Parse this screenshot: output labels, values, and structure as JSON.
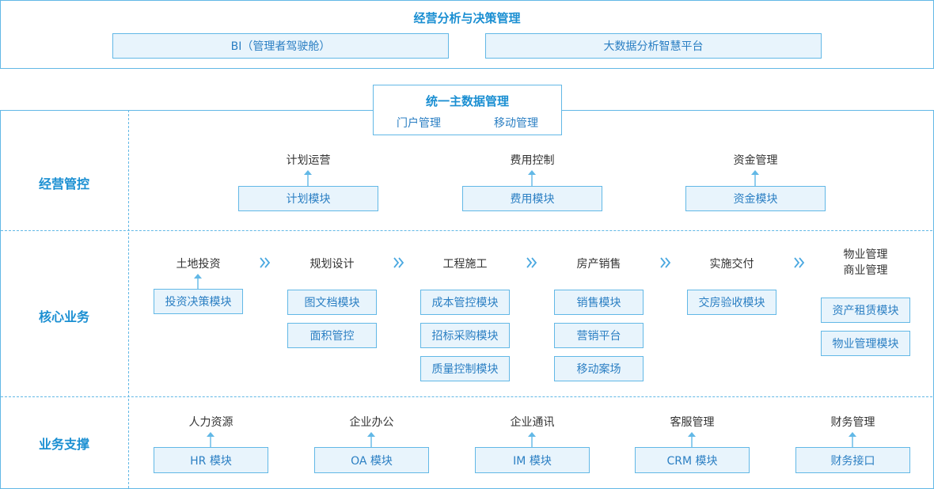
{
  "top": {
    "title": "经营分析与决策管理",
    "boxes": [
      "BI（管理者驾驶舱）",
      "大数据分析智慧平台"
    ]
  },
  "mdm": {
    "title": "统一主数据管理",
    "items": [
      "门户管理",
      "移动管理"
    ]
  },
  "sections": [
    "经营管控",
    "核心业务",
    "业务支撑"
  ],
  "jygk": {
    "labels": [
      "计划运营",
      "费用控制",
      "资金管理"
    ],
    "modules": [
      "计划模块",
      "费用模块",
      "资金模块"
    ]
  },
  "hxyw": {
    "stages": [
      "土地投资",
      "规划设计",
      "工程施工",
      "房产销售",
      "实施交付",
      "物业管理",
      "商业管理"
    ],
    "col1": [
      "投资决策模块"
    ],
    "col2": [
      "图文档模块",
      "面积管控"
    ],
    "col3": [
      "成本管控模块",
      "招标采购模块",
      "质量控制模块"
    ],
    "col4": [
      "销售模块",
      "营销平台",
      "移动案场"
    ],
    "col5": [
      "交房验收模块"
    ],
    "col6": [
      "资产租赁模块",
      "物业管理模块"
    ]
  },
  "ywzc": {
    "labels": [
      "人力资源",
      "企业办公",
      "企业通讯",
      "客服管理",
      "财务管理"
    ],
    "modules": [
      "HR 模块",
      "OA 模块",
      "IM 模块",
      "CRM 模块",
      "财务接口"
    ]
  },
  "colors": {
    "border": "#62b8e6",
    "fill": "#e8f4fc",
    "text": "#2b7fc3",
    "heading": "#1b8fd2"
  },
  "icons": [
    "arrow-up-icon",
    "double-chevron-right-icon"
  ]
}
